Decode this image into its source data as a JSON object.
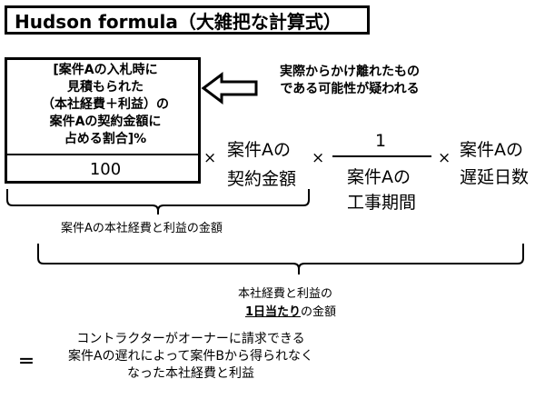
{
  "title": "Hudson formula（大雑把な計算式）",
  "fraction_left": {
    "numerator_lines": [
      "[案件Aの入札時に",
      "見積もられた",
      "（本社経費＋利益）の",
      "案件Aの契約金額に",
      "占める割合]%"
    ],
    "denominator": "100"
  },
  "note_lines": [
    "実際からかけ離れたもの",
    "である可能性が疑われる"
  ],
  "operator_times": "×",
  "contract_amount_lines": [
    "案件Aの",
    "契約金額"
  ],
  "fraction_right": {
    "numerator": "1",
    "denominator_lines": [
      "案件Aの",
      "工事期間"
    ]
  },
  "delay_days_lines": [
    "案件Aの",
    "遅延日数"
  ],
  "brace1_label": "案件Aの本社経費と利益の金額",
  "brace2_label": {
    "line1": "本社経費と利益の",
    "line2_bold": "1日当たり",
    "line2_rest": "の金額"
  },
  "equals_sign": "＝",
  "result_lines": [
    "コントラクターがオーナーに請求できる",
    "案件Aの遅れによって案件Bから得られなく",
    "なった本社経費と利益"
  ]
}
